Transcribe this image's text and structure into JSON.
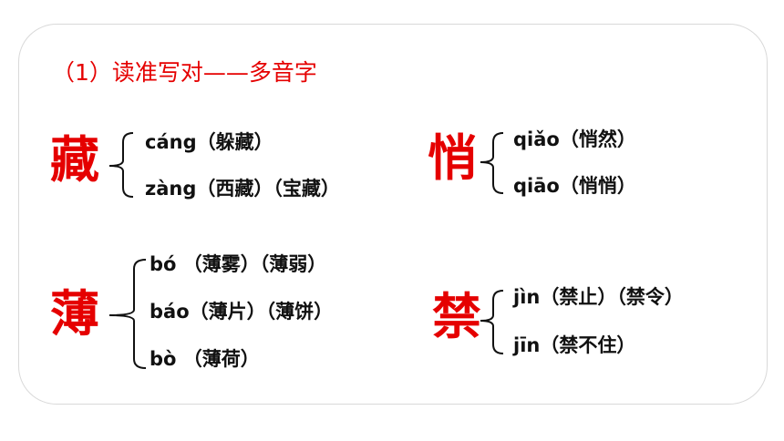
{
  "slide": {
    "title": "（1）读准写对——多音字",
    "entries": [
      {
        "character": "藏",
        "readings": [
          {
            "pinyin": "cáng",
            "words": "（躲藏）"
          },
          {
            "pinyin": "zàng",
            "words": "（西藏）（宝藏）"
          }
        ]
      },
      {
        "character": "悄",
        "readings": [
          {
            "pinyin": "qiǎo",
            "words": "（悄然）"
          },
          {
            "pinyin": "qiāo",
            "words": "（悄悄）"
          }
        ]
      },
      {
        "character": "薄",
        "readings": [
          {
            "pinyin": "bó",
            "words": " （薄雾）（薄弱）"
          },
          {
            "pinyin": "báo",
            "words": "（薄片）（薄饼）"
          },
          {
            "pinyin": "bò",
            "words": " （薄荷）"
          }
        ]
      },
      {
        "character": "禁",
        "readings": [
          {
            "pinyin": "jìn",
            "words": "（禁止）（禁令）"
          },
          {
            "pinyin": "jīn",
            "words": "（禁不住）"
          }
        ]
      }
    ]
  },
  "colors": {
    "accent": "#e50000",
    "text": "#111111",
    "border": "#d9d9d9"
  }
}
